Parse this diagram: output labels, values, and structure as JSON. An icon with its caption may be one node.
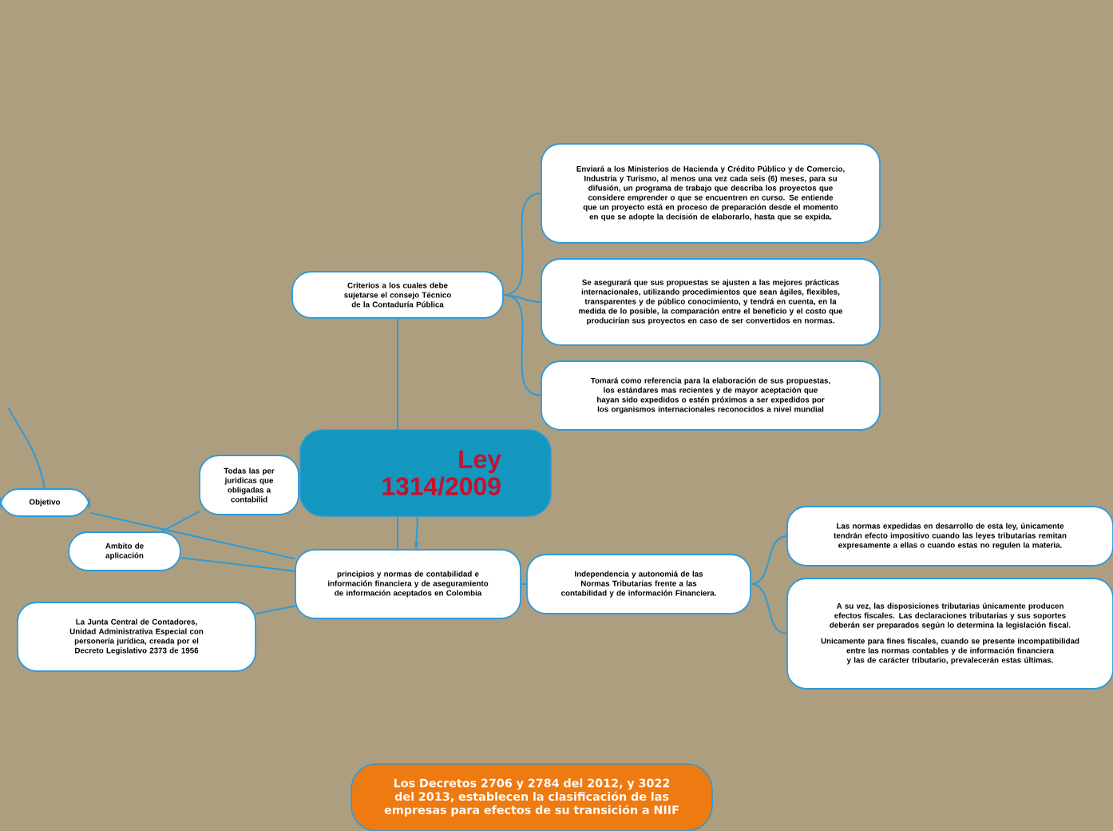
{
  "diagram": {
    "nodes": [
      {
        "text": [
          "Ley 1314/2009"
        ]
      },
      {
        "text": [
          "Criterios a los cuales debe sujetarse el consejo Técnico de la Contaduría Pública"
        ]
      },
      {
        "text": [
          "Enviará a los Ministerios de Hacienda y Crédito Público y de Comercio, Industria y Turismo, al menos una vez cada seis (6) meses, para su difusión, un programa de trabajo que describa los proyectos que considere emprender o que se encuentren en curso. Se entiende que un proyecto está en proceso de preparación desde el momento en que se adopte la decisión de elaborarlo, hasta que se expida."
        ]
      },
      {
        "text": [
          "Se asegurará que sus propuestas se ajusten a las mejores prácticas internacionales, utilizando procedimientos que sean ágiles, flexibles, transparentes y de público conocimiento, y tendrá en cuenta, en la medida de lo posible, la comparación entre el beneficio y el costo que producirían sus proyectos en caso de ser convertidos en normas."
        ]
      },
      {
        "text": [
          "Tomará como referencia para la elaboración de sus propuestas, los estándares mas recientes y de mayor aceptación que hayan sido expedidos o estén próximos a ser expedidos por los organismos internacionales reconocidos a nivel mundial"
        ]
      },
      {
        "text": [
          "Todas las per juridicas que obligadas a contabilid"
        ]
      },
      {
        "text": [
          "Objetivo"
        ]
      },
      {
        "text": [
          "Ambito de aplicación"
        ]
      },
      {
        "text": [
          "principios y normas de contabilidad e información financiera y de aseguramiento de información aceptados en Colombia"
        ]
      },
      {
        "text": [
          "Independencia y autonomiá de las Normas Tributarias frente a las contabilidad y de información Financiera."
        ]
      },
      {
        "text": [
          "Las normas expedidas en desarrollo de esta ley, únicamente tendrán efecto impositivo cuando las leyes tributarias remitan expresamente a ellas o cuando estas no regulen la materia."
        ]
      },
      {
        "text": [
          "A su vez, las disposiciones tributarias únicamente producen efectos fiscales. Las declaraciones tributarias y sus soportes deberán ser preparados según lo determina la legislación fiscal.",
          "Unicamente para fines fiscales, cuando se presente incompatibilidad entre las normas contables y de información financiera y las de carácter tributario, prevalecerán estas últimas."
        ]
      },
      {
        "text": [
          "La Junta Central de Contadores, Unidad Administrativa Especial con personería jurídica, creada por el Decreto Legislativo 2373 de 1956"
        ]
      },
      {
        "text": [
          "Los Decretos 2706 y 2784 del 2012, y 3022 del 2013, establecen la clasificación de las empresas para efectos de su transición a NIIF"
        ]
      }
    ],
    "edges": [
      {
        "from": 1,
        "to": 2,
        "arrow": "none"
      },
      {
        "from": 1,
        "to": 3,
        "arrow": "none"
      },
      {
        "from": 1,
        "to": 4,
        "arrow": "none"
      },
      {
        "from": 1,
        "to": 0,
        "arrow": "none"
      },
      {
        "from": 0,
        "to": 8,
        "arrow": "none"
      },
      {
        "from": 0,
        "to": 8,
        "arrow": "to"
      },
      {
        "from": 5,
        "to": 7,
        "arrow": "none"
      },
      {
        "from": 6,
        "to": 8,
        "arrow": "none"
      },
      {
        "from": 7,
        "to": 8,
        "arrow": "none"
      },
      {
        "from": 12,
        "to": 8,
        "arrow": "none"
      },
      {
        "from": 8,
        "to": 9,
        "arrow": "none"
      },
      {
        "from": 9,
        "to": 10,
        "arrow": "none"
      },
      {
        "from": 9,
        "to": 11,
        "arrow": "none"
      },
      {
        "from": null,
        "to": 6,
        "arrow": "none"
      }
    ]
  }
}
